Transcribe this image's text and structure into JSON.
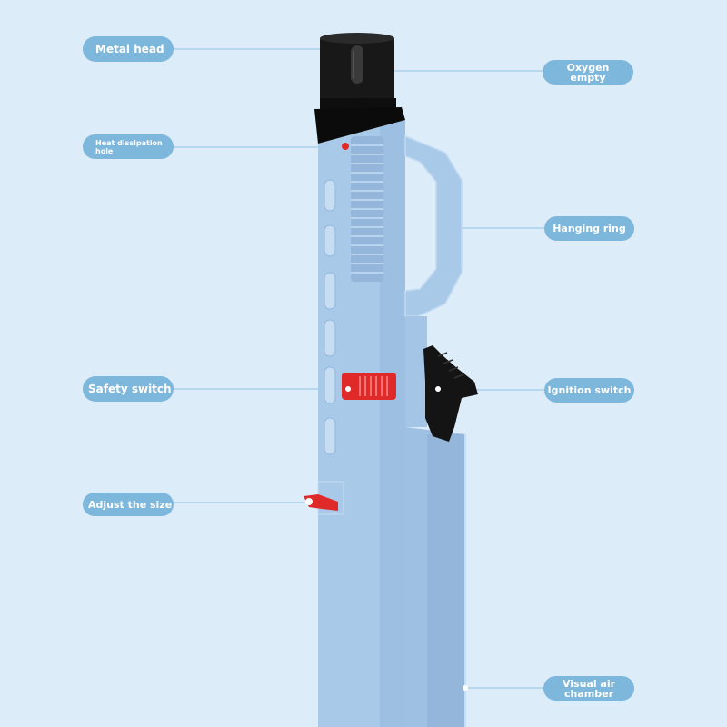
{
  "colors": {
    "background": "#dcecf9",
    "pill": "#7eb7dc",
    "pill_text": "#ffffff",
    "leader_line": "#8fc2e4",
    "body": "#a9c9e8",
    "body_dark": "#93b6da",
    "head": "#111111",
    "accent_red": "#e02a2a"
  },
  "labels": {
    "metal_head": "Metal head",
    "oxygen_empty": "Oxygen empty",
    "heat_dissipation_hole": "Heat dissipation hole",
    "hanging_ring": "Hanging ring",
    "safety_switch": "Safety switch",
    "ignition_switch": "Ignition switch",
    "adjust_the_size": "Adjust the size",
    "visual_air_chamber": "Visual air chamber"
  }
}
